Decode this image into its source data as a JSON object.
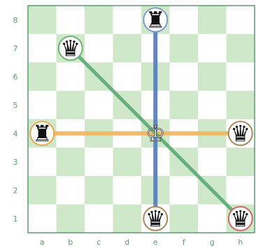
{
  "board": {
    "files": [
      "a",
      "b",
      "c",
      "d",
      "e",
      "f",
      "g",
      "h"
    ],
    "ranks": [
      "8",
      "7",
      "6",
      "5",
      "4",
      "3",
      "2",
      "1"
    ],
    "light_color": "#ffffff",
    "dark_color": "#cfe8c9",
    "border_color": "#5a9a6e",
    "label_color": "#5a9a6e"
  },
  "pieces": [
    {
      "id": "black-rook-e8",
      "type": "rook",
      "color": "black",
      "square": "e8",
      "ring": "#7a9ccc",
      "glyph": "♜"
    },
    {
      "id": "black-queen-b7",
      "type": "queen",
      "color": "black",
      "square": "b7",
      "ring": "#6bb07c",
      "glyph": "♛"
    },
    {
      "id": "black-rook-a4",
      "type": "rook",
      "color": "black",
      "square": "a4",
      "ring": "#e8a84a",
      "glyph": "♜"
    },
    {
      "id": "white-king-e4",
      "type": "king",
      "color": "white",
      "square": "e4",
      "ring": "",
      "glyph": "♔"
    },
    {
      "id": "black-queen-h4",
      "type": "queen",
      "color": "black",
      "square": "h4",
      "ring": "#a8865a",
      "glyph": "♛"
    },
    {
      "id": "black-queen-e1",
      "type": "queen",
      "color": "black",
      "square": "e1",
      "ring": "#a8865a",
      "glyph": "♛"
    },
    {
      "id": "black-queen-h1",
      "type": "queen",
      "color": "black",
      "square": "h1",
      "ring": "#cc6666",
      "glyph": "♛"
    }
  ],
  "arrows": [
    {
      "id": "arrow-e8-e1",
      "from": "e8",
      "to": "e1",
      "color": "#5b7fbf",
      "arrowhead": false
    },
    {
      "id": "arrow-a4-h4",
      "from": "a4",
      "to": "h4",
      "color": "#f0b866",
      "arrowhead": false
    },
    {
      "id": "arrow-h1-b7",
      "from": "h1",
      "to": "b7",
      "color": "#5fae79",
      "arrowhead": true
    }
  ]
}
